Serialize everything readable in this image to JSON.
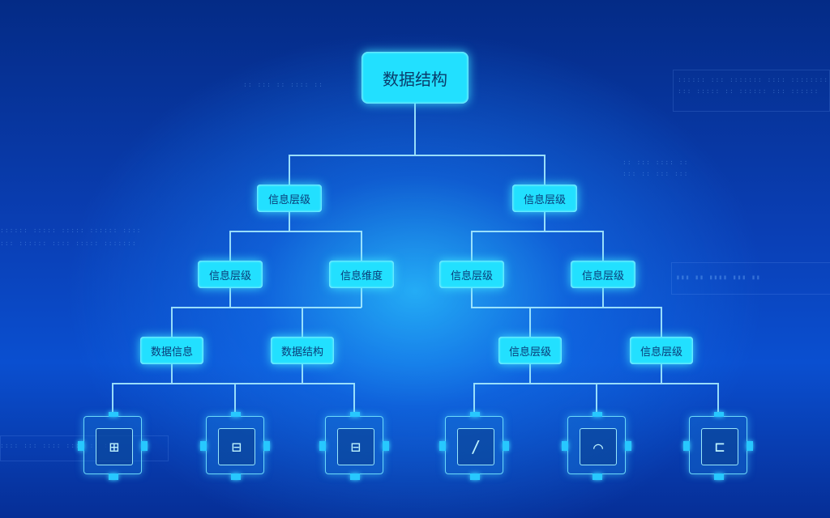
{
  "diagram": {
    "root": {
      "label": "数据结构"
    },
    "level1": [
      {
        "label": "信息层级"
      },
      {
        "label": "信息层级"
      }
    ],
    "level2": [
      {
        "label": "信息层级"
      },
      {
        "label": "信息维度"
      },
      {
        "label": "信息层级"
      },
      {
        "label": "信息层级"
      }
    ],
    "level3": [
      {
        "label": "数据信息"
      },
      {
        "label": "数据结构"
      },
      {
        "label": "信息层级"
      },
      {
        "label": "信息层级"
      }
    ],
    "leaves": [
      {
        "icon": "grid-glyph-icon",
        "glyph": "⊞"
      },
      {
        "icon": "grid-glyph-icon",
        "glyph": "⊟"
      },
      {
        "icon": "minus-box-icon",
        "glyph": "⊟"
      },
      {
        "icon": "slash-icon",
        "glyph": "/"
      },
      {
        "icon": "loop-icon",
        "glyph": "⌒"
      },
      {
        "icon": "corner-box-icon",
        "glyph": "⊏"
      }
    ]
  },
  "colors": {
    "node_fill": "#22e0ff",
    "line": "#a8ecff",
    "background": "#0a3fb5"
  }
}
